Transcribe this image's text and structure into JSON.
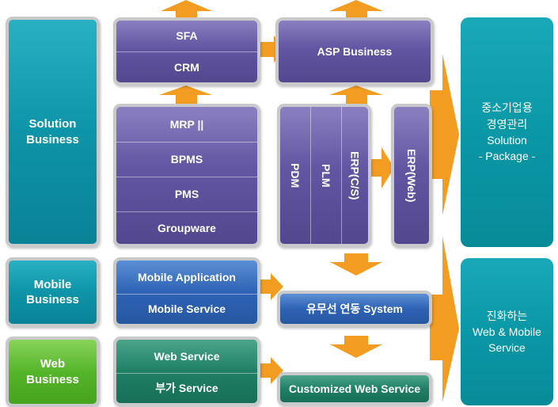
{
  "left_column": {
    "solution": "Solution\nBusiness",
    "mobile": "Mobile\nBusiness",
    "web": "Web\nBusiness"
  },
  "top_stack": {
    "sfa": "SFA",
    "crm": "CRM"
  },
  "asp": {
    "label": "ASP Business"
  },
  "mid_stack": {
    "mrp": "MRP ||",
    "bpms": "BPMS",
    "pms": "PMS",
    "groupware": "Groupware"
  },
  "vertical_panel": {
    "pdm": "PDM",
    "plm": "PLM",
    "erp_cs": "ERP(C/S)"
  },
  "erp_web": {
    "label": "ERP(Web)"
  },
  "mobile_stack": {
    "application": "Mobile Application",
    "service": "Mobile Service"
  },
  "wired_wireless": {
    "label": "유무선 연동 System"
  },
  "web_stack": {
    "service": "Web Service",
    "addon": "부가 Service"
  },
  "customized": {
    "label": "Customized Web Service"
  },
  "right_column": {
    "solution_package": "중소기업용\n경영관리\nSolution\n- Package -",
    "evolving": "진화하는\nWeb & Mobile\nService"
  },
  "colors": {
    "arrow": "#f29d22",
    "purple": "#5f53a0",
    "blue": "#2e63b5",
    "green": "#1f8066",
    "teal": "#0e94a8",
    "lightgreen": "#55b52a"
  }
}
